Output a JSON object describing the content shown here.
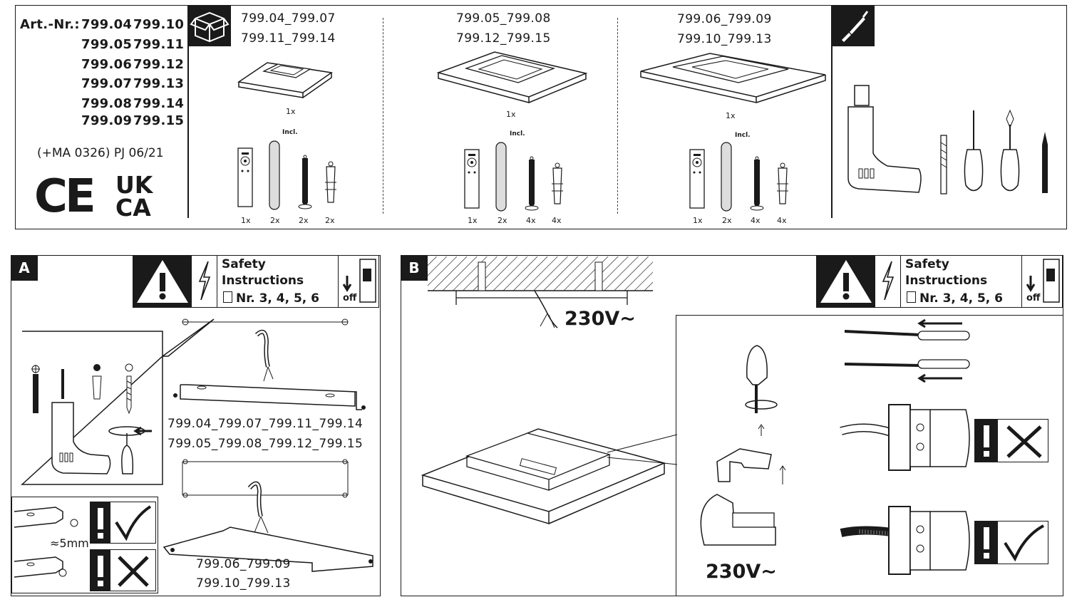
{
  "header": {
    "art_label": "Art.-Nr.:",
    "art_numbers": [
      [
        "799.04",
        "799.10"
      ],
      [
        "799.05",
        "799.11"
      ],
      [
        "799.06",
        "799.12"
      ],
      [
        "799.07",
        "799.13"
      ],
      [
        "799.08",
        "799.14"
      ],
      [
        "799.09",
        "799.15"
      ]
    ],
    "version": "(+MA 0326) PJ 06/21",
    "marks": [
      "CE",
      "UK",
      "CA"
    ]
  },
  "packages": [
    {
      "codes": [
        "799.04_799.07",
        "799.11_799.14"
      ],
      "panel_count": "1x",
      "incl": "Incl.",
      "parts_counts": [
        "1x",
        "2x",
        "2x",
        "2x"
      ]
    },
    {
      "codes": [
        "799.05_799.08",
        "799.12_799.15"
      ],
      "panel_count": "1x",
      "incl": "Incl.",
      "parts_counts": [
        "1x",
        "2x",
        "4x",
        "4x"
      ]
    },
    {
      "codes": [
        "799.06_799.09",
        "799.10_799.13"
      ],
      "panel_count": "1x",
      "incl": "Incl.",
      "parts_counts": [
        "1x",
        "2x",
        "4x",
        "4x"
      ]
    }
  ],
  "panel_a": {
    "label": "A",
    "safety": {
      "line1": "Safety",
      "line2": "Instructions",
      "line3": "Nr. 3, 4, 5, 6",
      "off": "off"
    },
    "codes_top": [
      "799.04_799.07_799.11_799.14",
      "799.05_799.08_799.12_799.15"
    ],
    "codes_bottom": [
      "799.06_799.09",
      "799.10_799.13"
    ],
    "distance": "≈5mm"
  },
  "panel_b": {
    "label": "B",
    "safety": {
      "line1": "Safety",
      "line2": "Instructions",
      "line3": "Nr. 3, 4, 5, 6",
      "off": "off"
    },
    "voltage_top": "230V~",
    "voltage_bottom": "230V~"
  },
  "icons": [
    "box-icon",
    "screwdriver-icon",
    "warning-icon",
    "lightning-icon",
    "document-icon",
    "switch-off-icon",
    "drill-icon",
    "remote-icon",
    "anchor-icon",
    "screw-icon",
    "pencil-icon",
    "check-icon",
    "cross-icon"
  ]
}
